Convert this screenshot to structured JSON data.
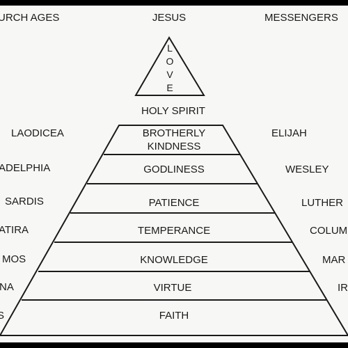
{
  "headers": {
    "left": "URCH  AGES",
    "center": "JESUS",
    "right": "MESSENGERS"
  },
  "apex": {
    "letters": [
      "L",
      "O",
      "V",
      "E"
    ],
    "label": "HOLY SPIRIT"
  },
  "tiers": [
    {
      "line1": "BROTHERLY",
      "line2": "KINDNESS",
      "left": "LAODICEA",
      "right": "ELIJAH"
    },
    {
      "line1": "GODLINESS",
      "line2": "",
      "left": "ADELPHIA",
      "right": "WESLEY"
    },
    {
      "line1": "PATIENCE",
      "line2": "",
      "left": "SARDIS",
      "right": "LUTHER"
    },
    {
      "line1": "TEMPERANCE",
      "line2": "",
      "left": "ATIRA",
      "right": "COLUM"
    },
    {
      "line1": "KNOWLEDGE",
      "line2": "",
      "left": "MOS",
      "right": "MAR"
    },
    {
      "line1": "VIRTUE",
      "line2": "",
      "left": "NA",
      "right": "IR"
    },
    {
      "line1": "FAITH",
      "line2": "",
      "left": "S",
      "right": ""
    }
  ],
  "colors": {
    "ink": "#1a1a1a",
    "paper": "#f7f7f5",
    "border": "#000000"
  }
}
